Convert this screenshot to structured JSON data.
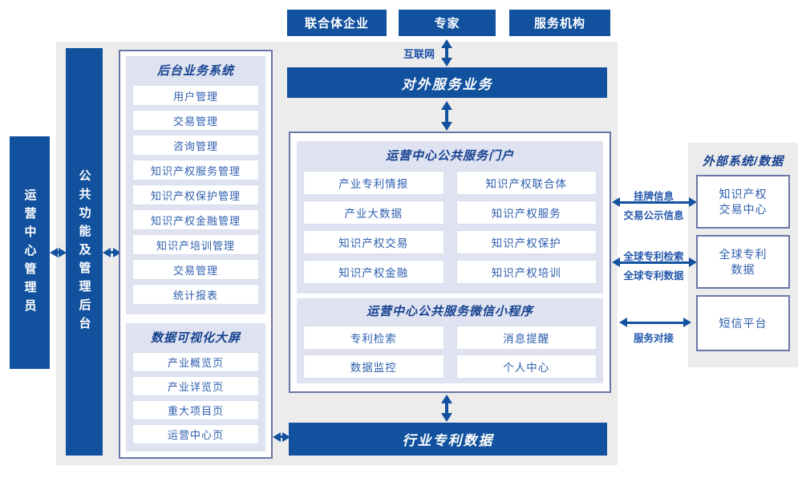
{
  "top_actors": {
    "items": [
      "联合体企业",
      "专家",
      "服务机构"
    ]
  },
  "internet_label": "互联网",
  "external_service_bar": "对外服务业务",
  "left_column": {
    "operator": "运营中心管理员",
    "admin_backend": "公共功能及管理后台",
    "backend_system": {
      "title": "后台业务系统",
      "items": [
        "用户管理",
        "交易管理",
        "咨询管理",
        "知识产权服务管理",
        "知识产权保护管理",
        "知识产权金融管理",
        "知识产培训管理",
        "交易管理",
        "统计报表"
      ]
    },
    "data_screen": {
      "title": "数据可视化大屏",
      "items": [
        "产业概览页",
        "产业详览页",
        "重大项目页",
        "运营中心页"
      ]
    }
  },
  "center": {
    "portal": {
      "title": "运营中心公共服务门户",
      "items": [
        "产业专利情报",
        "知识产权联合体",
        "产业大数据",
        "知识产权服务",
        "知识产权交易",
        "知识产权保护",
        "知识产权金融",
        "知识产权培训"
      ]
    },
    "mini_program": {
      "title": "运营中心公共服务微信小程序",
      "items": [
        "专利检索",
        "消息提醒",
        "数据监控",
        "个人中心"
      ]
    }
  },
  "industry_patent_bar": "行业专利数据",
  "external": {
    "title": "外部系统/数据",
    "systems": [
      {
        "line1": "知识产权",
        "line2": "交易中心"
      },
      {
        "line1": "全球专利",
        "line2": "数据"
      },
      {
        "line1": "短信平台",
        "line2": ""
      }
    ],
    "link_labels": [
      {
        "top": "挂牌信息",
        "bottom": "交易公示信息"
      },
      {
        "top": "全球专利检索",
        "bottom": "全球专利数据"
      },
      {
        "top": "",
        "bottom": "服务对接"
      }
    ]
  },
  "colors": {
    "primary_blue": "#11519e",
    "panel_gray": "#ececec",
    "panel_lavender": "#dfe3f1",
    "border_slate": "#6b76a8",
    "title_navy": "#15418f",
    "item_text_blue": "#2e5fae"
  }
}
